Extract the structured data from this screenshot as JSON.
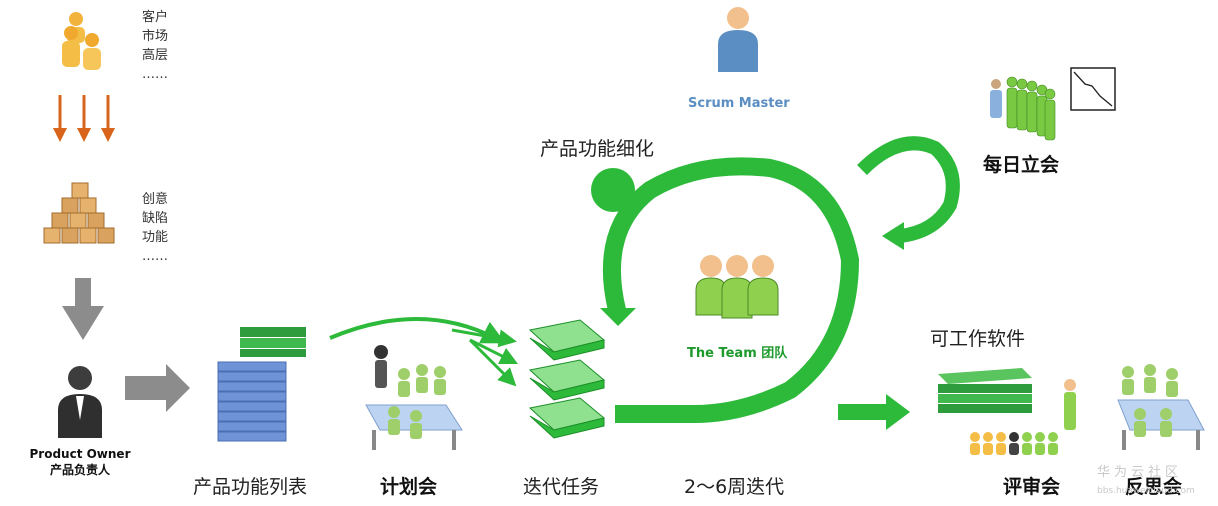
{
  "colors": {
    "green": "#2db93a",
    "dark_green": "#1c8f28",
    "arrow_orange": "#d9641c",
    "arrow_gray": "#8c8c8c",
    "scrum_master_text": "#5b8ec2",
    "team_text": "#1e9a2c",
    "blue_stack": "#6f93d6",
    "box_tan": "#d9a25e"
  },
  "stakeholders": {
    "items": [
      "客户",
      "市场",
      "高层",
      "……"
    ]
  },
  "inputs": {
    "items": [
      "创意",
      "缺陷",
      "功能",
      "……"
    ]
  },
  "product_owner": {
    "role": "Product Owner",
    "role_cn": "产品负责人"
  },
  "scrum_master": {
    "label": "Scrum Master"
  },
  "refinement": {
    "label": "产品功能细化"
  },
  "daily": {
    "label": "每日立会"
  },
  "team": {
    "label": "The Team 团队"
  },
  "working_software": {
    "label": "可工作软件"
  },
  "steps": {
    "backlog": "产品功能列表",
    "planning": "计划会",
    "tasks": "迭代任务",
    "sprint": "2～6周迭代",
    "review": "评审会",
    "retro": "反思会"
  },
  "watermark": {
    "text": "华为云社区",
    "url": "bbs.huaweicloud.com"
  },
  "icons": [
    "stakeholder-group-icon",
    "down-arrows-icon",
    "boxes-icon",
    "gray-down-arrow-icon",
    "product-owner-icon",
    "right-gray-arrow-icon",
    "backlog-stack-icon",
    "planning-meeting-icon",
    "task-stack-icon",
    "scrum-master-icon",
    "sprint-cycle-icon",
    "daily-loop-icon",
    "daily-standup-icon",
    "burndown-icon",
    "team-icon",
    "software-stack-icon",
    "review-meeting-icon",
    "retro-meeting-icon"
  ]
}
